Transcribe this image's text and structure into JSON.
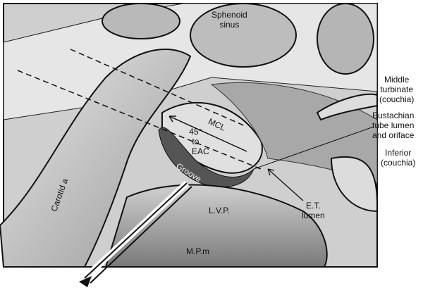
{
  "labels": {
    "sphenoid_sinus": [
      "Sphenoid",
      "sinus"
    ],
    "middle_turbinate": [
      "Middle",
      "turbinate",
      "(couchia)"
    ],
    "eustachian_tube": [
      "Eustachian",
      "tube lumen",
      "and oriface"
    ],
    "inferior": [
      "Inferior",
      "(couchia)"
    ],
    "mcl": "MCL",
    "angle": [
      "45°",
      "to",
      "EAC"
    ],
    "groove": "Groove",
    "carotid": "Carotid a",
    "lvp": "L.V.P.",
    "et_lumen": [
      "E.T.",
      "lumen"
    ],
    "mpm": "M.P.m"
  }
}
